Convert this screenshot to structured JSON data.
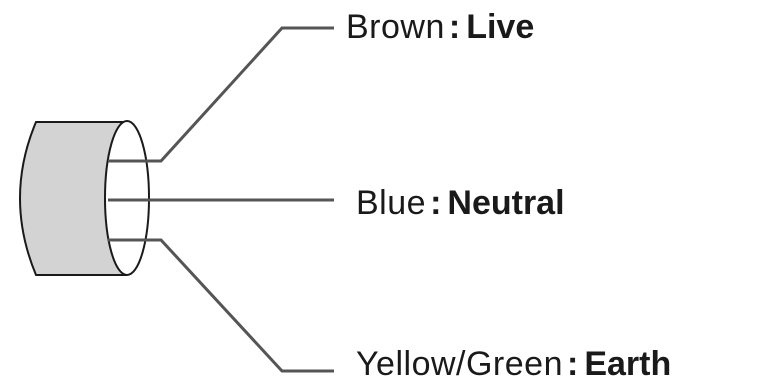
{
  "wires": [
    {
      "colour": "Brown",
      "separator": ":",
      "role": "Live"
    },
    {
      "colour": "Blue",
      "separator": ":",
      "role": "Neutral"
    },
    {
      "colour": "Yellow/Green",
      "separator": ":",
      "role": "Earth"
    }
  ],
  "colors": {
    "line": "#555555",
    "cable_fill": "#d3d3d3",
    "cable_outline": "#1a1a1a",
    "text": "#1a1a1a"
  }
}
